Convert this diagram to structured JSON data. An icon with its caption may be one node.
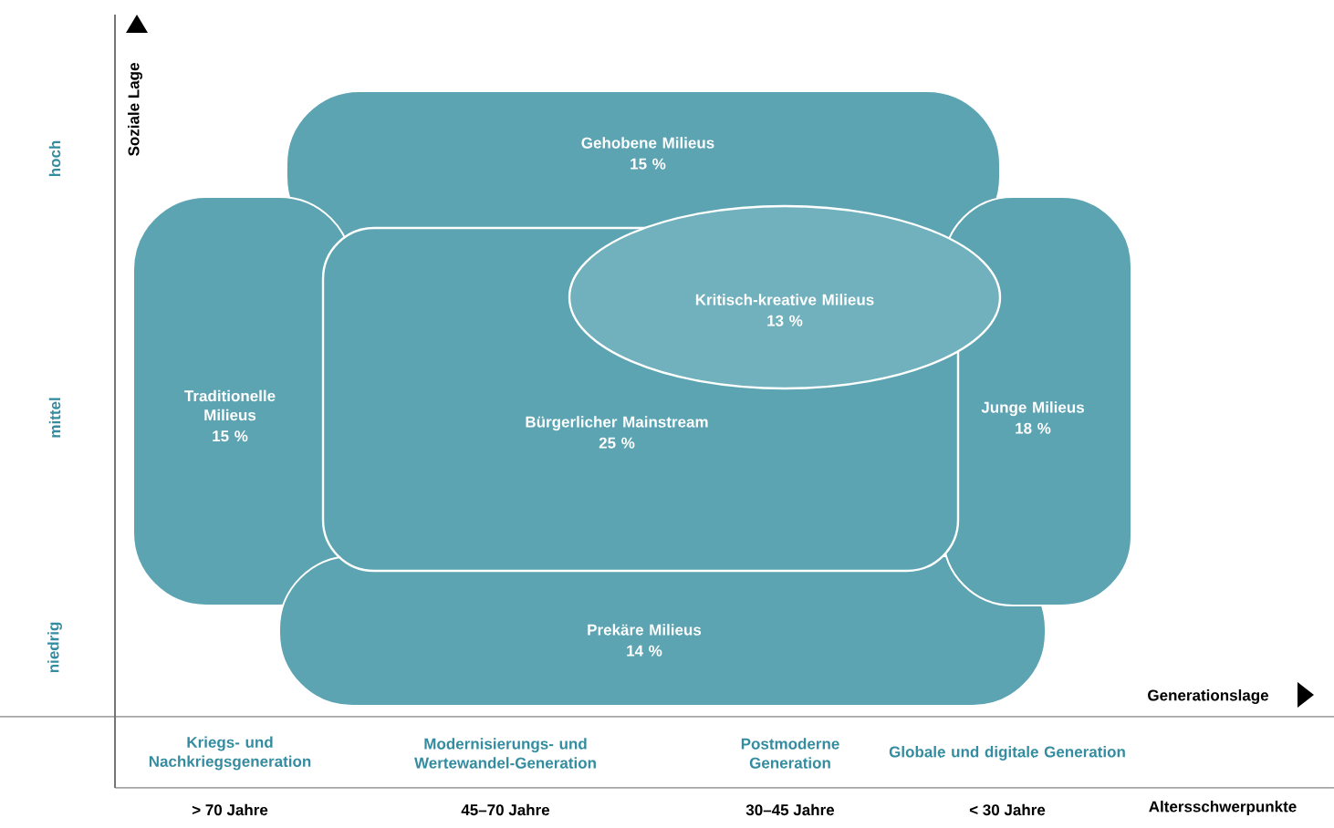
{
  "diagram": {
    "nodes": [
      {
        "text": [
          "Gehobene Milieus",
          "15 %"
        ]
      },
      {
        "text": [
          "Kritisch-kreative Milieus",
          "13 %"
        ]
      },
      {
        "text": [
          "Traditionelle Milieus",
          "15 %"
        ]
      },
      {
        "text": [
          "Bürgerlicher Mainstream",
          "25 %"
        ]
      },
      {
        "text": [
          "Junge Milieus",
          "18 %"
        ]
      },
      {
        "text": [
          "Prekäre Milieus",
          "14 %"
        ]
      }
    ],
    "labels": [
      "Soziale Lage",
      "hoch",
      "mittel",
      "niedrig",
      "Generationslage",
      "Kriegs- und Nachkriegsgeneration",
      "Modernisierungs- und Wertewandel-Generation",
      "Postmoderne Generation",
      "Globale und digitale Generation",
      "> 70 Jahre",
      "45–70 Jahre",
      "30–45 Jahre",
      "< 30 Jahre",
      "Altersschwerpunkte"
    ]
  }
}
